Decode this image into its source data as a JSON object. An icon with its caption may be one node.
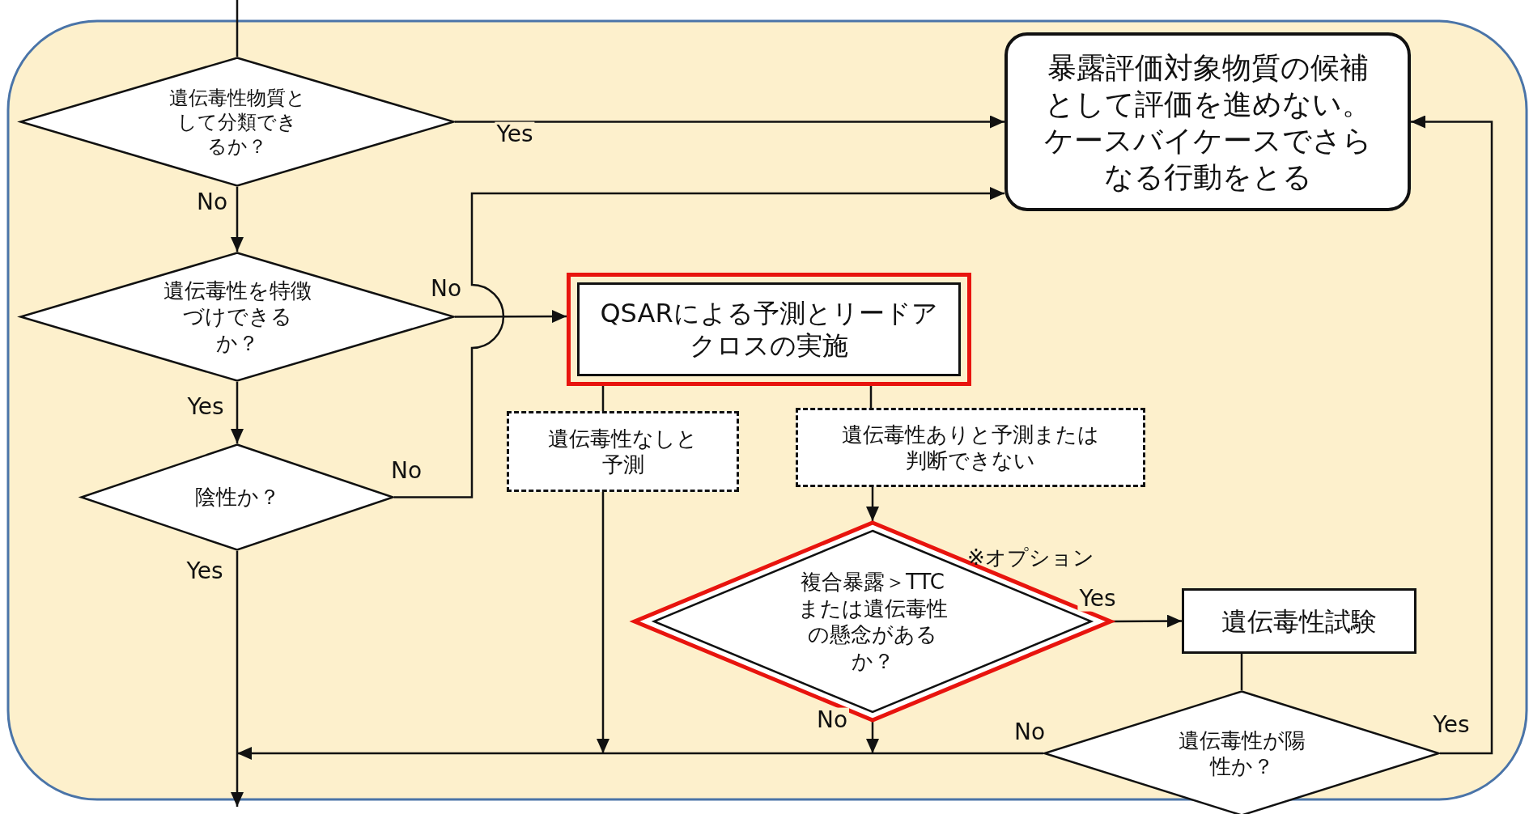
{
  "diagram": {
    "nodes": [
      {
        "text": [
          "遺伝毒性物質として分類できるか？"
        ]
      },
      {
        "text": [
          "遺伝毒性を特徴づけできるか？"
        ]
      },
      {
        "text": [
          "陰性か？"
        ]
      },
      {
        "text": [
          "暴露評価対象物質の候補として評価を進めない。ケースバイケースでさらなる行動をとる"
        ]
      },
      {
        "text": [
          "QSARによる予測とリードアクロスの実施"
        ]
      },
      {
        "text": [
          "遺伝毒性なしと予測"
        ]
      },
      {
        "text": [
          "遺伝毒性ありと予測または判断できない"
        ]
      },
      {
        "text": [
          "複合暴露＞TTCまたは遺伝毒性の懸念があるか？"
        ],
        "beside": [
          "※オプション"
        ]
      },
      {
        "text": [
          "遺伝毒性試験"
        ]
      },
      {
        "text": [
          "遺伝毒性が陽性か？"
        ]
      }
    ],
    "edges": [
      {
        "from": null,
        "to": 0,
        "arrow": "none"
      },
      {
        "from": 0,
        "to": 3,
        "label": "Yes",
        "arrow": "to"
      },
      {
        "from": 0,
        "to": 1,
        "label": "No",
        "arrow": "to"
      },
      {
        "from": 1,
        "to": 4,
        "label": "No",
        "arrow": "to"
      },
      {
        "from": 1,
        "to": 2,
        "label": "Yes",
        "arrow": "to"
      },
      {
        "from": 2,
        "to": 3,
        "label": "No",
        "arrow": "to"
      },
      {
        "from": 2,
        "to": null,
        "label": "Yes",
        "arrow": "to"
      },
      {
        "from": 4,
        "to": 5,
        "arrow": "none"
      },
      {
        "from": 4,
        "to": 6,
        "arrow": "none"
      },
      {
        "from": 6,
        "to": 7,
        "arrow": "to"
      },
      {
        "from": 7,
        "to": 8,
        "label": "Yes",
        "arrow": "to"
      },
      {
        "from": 7,
        "to": null,
        "label": "No",
        "arrow": "to"
      },
      {
        "from": 5,
        "to": null,
        "arrow": "to"
      },
      {
        "from": 8,
        "to": 9,
        "arrow": "none"
      },
      {
        "from": 9,
        "to": 3,
        "label": "Yes",
        "arrow": "to"
      },
      {
        "from": 9,
        "to": null,
        "label": "No",
        "arrow": "to"
      }
    ]
  }
}
